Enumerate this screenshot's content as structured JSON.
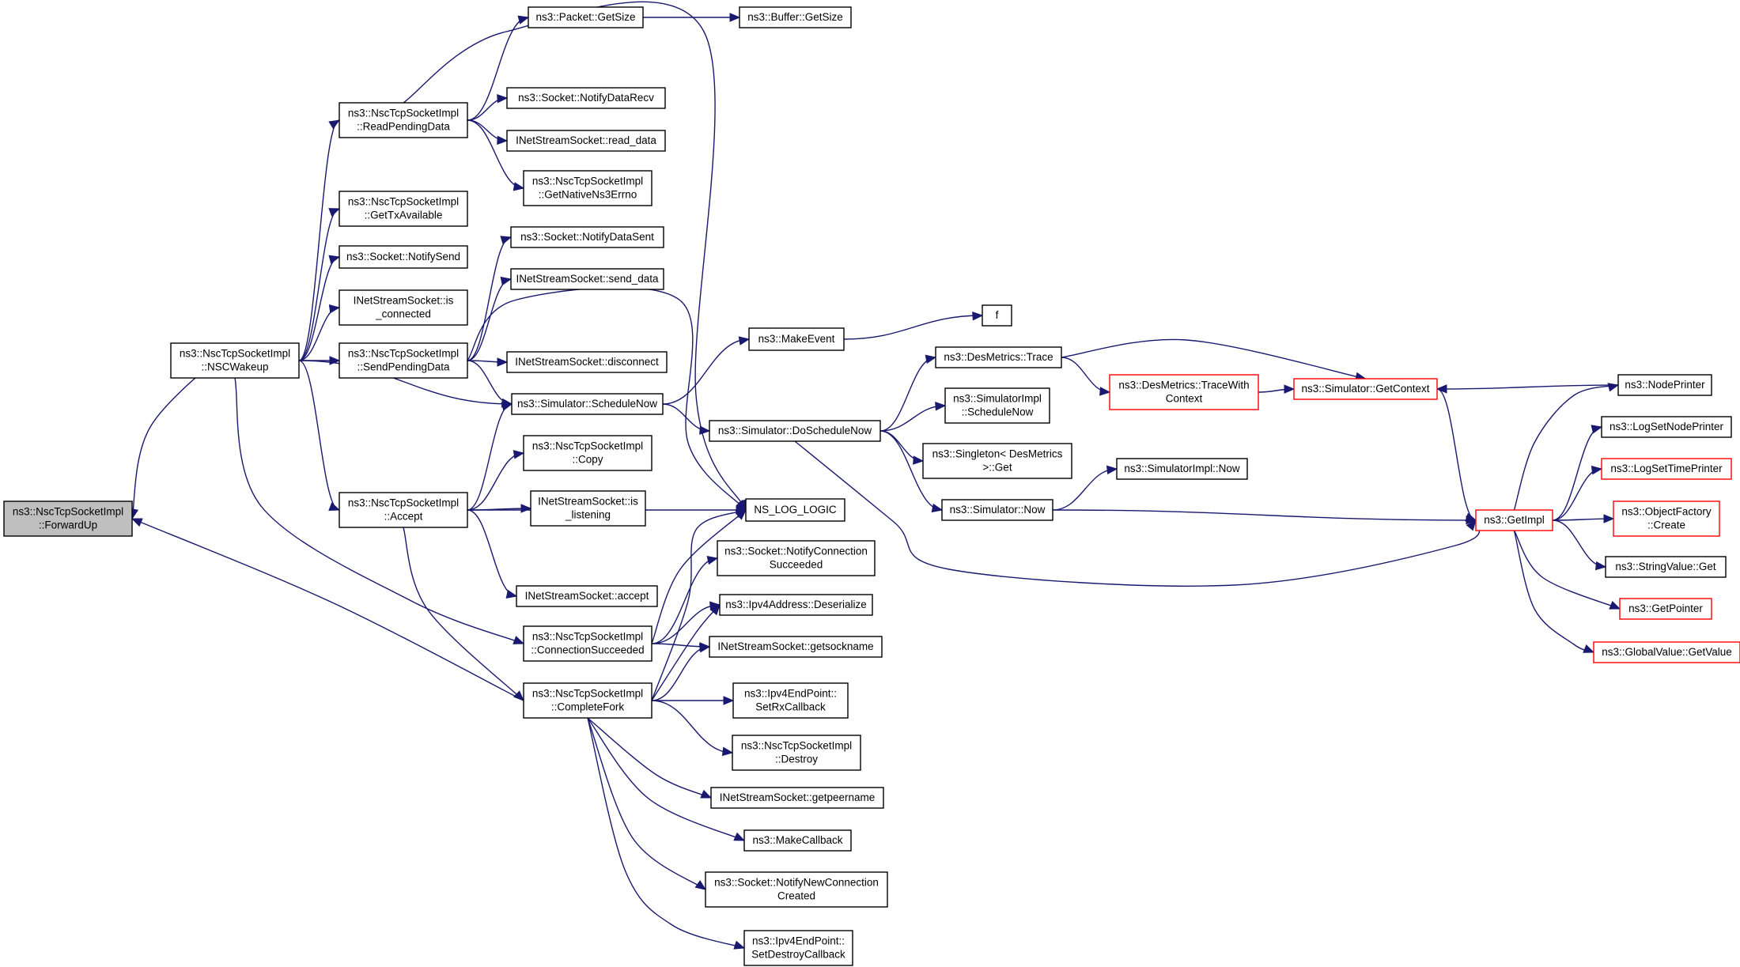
{
  "colors": {
    "edge": "#191970",
    "root_fill": "#bfbfbf",
    "truncated_border": "#ff0000",
    "border": "#000000",
    "background": "#ffffff"
  },
  "nodes": [
    {
      "id": "forwardup",
      "lines": [
        "ns3::NscTcpSocketImpl",
        "::ForwardUp"
      ],
      "root": true
    },
    {
      "id": "nscwakeup",
      "lines": [
        "ns3::NscTcpSocketImpl",
        "::NSCWakeup"
      ]
    },
    {
      "id": "readpending",
      "lines": [
        "ns3::NscTcpSocketImpl",
        "::ReadPendingData"
      ]
    },
    {
      "id": "gettxavail",
      "lines": [
        "ns3::NscTcpSocketImpl",
        "::GetTxAvailable"
      ]
    },
    {
      "id": "notifysend",
      "lines": [
        "ns3::Socket::NotifySend"
      ]
    },
    {
      "id": "isconnected",
      "lines": [
        "INetStreamSocket::is",
        "_connected"
      ]
    },
    {
      "id": "sendpending",
      "lines": [
        "ns3::NscTcpSocketImpl",
        "::SendPendingData"
      ]
    },
    {
      "id": "accept",
      "lines": [
        "ns3::NscTcpSocketImpl",
        "::Accept"
      ]
    },
    {
      "id": "connsucc",
      "lines": [
        "ns3::NscTcpSocketImpl",
        "::ConnectionSucceeded"
      ]
    },
    {
      "id": "completefork",
      "lines": [
        "ns3::NscTcpSocketImpl",
        "::CompleteFork"
      ]
    },
    {
      "id": "packetgetsize",
      "lines": [
        "ns3::Packet::GetSize"
      ]
    },
    {
      "id": "buffergetsize",
      "lines": [
        "ns3::Buffer::GetSize"
      ]
    },
    {
      "id": "notifydatarecv",
      "lines": [
        "ns3::Socket::NotifyDataRecv"
      ]
    },
    {
      "id": "readdata",
      "lines": [
        "INetStreamSocket::read_data"
      ]
    },
    {
      "id": "getnativeerrno",
      "lines": [
        "ns3::NscTcpSocketImpl",
        "::GetNativeNs3Errno"
      ]
    },
    {
      "id": "notifydatasent",
      "lines": [
        "ns3::Socket::NotifyDataSent"
      ]
    },
    {
      "id": "senddata",
      "lines": [
        "INetStreamSocket::send_data"
      ]
    },
    {
      "id": "disconnect",
      "lines": [
        "INetStreamSocket::disconnect"
      ]
    },
    {
      "id": "schedulenow",
      "lines": [
        "ns3::Simulator::ScheduleNow"
      ]
    },
    {
      "id": "copy",
      "lines": [
        "ns3::NscTcpSocketImpl",
        "::Copy"
      ]
    },
    {
      "id": "islistening",
      "lines": [
        "INetStreamSocket::is",
        "_listening"
      ]
    },
    {
      "id": "nslog",
      "lines": [
        "NS_LOG_LOGIC"
      ]
    },
    {
      "id": "inetaccept",
      "lines": [
        "INetStreamSocket::accept"
      ]
    },
    {
      "id": "notifyconnsucc",
      "lines": [
        "ns3::Socket::NotifyConnection",
        "Succeeded"
      ]
    },
    {
      "id": "deserialize",
      "lines": [
        "ns3::Ipv4Address::Deserialize"
      ]
    },
    {
      "id": "getsockname",
      "lines": [
        "INetStreamSocket::getsockname"
      ]
    },
    {
      "id": "setrxcallback",
      "lines": [
        "ns3::Ipv4EndPoint::",
        "SetRxCallback"
      ]
    },
    {
      "id": "destroy",
      "lines": [
        "ns3::NscTcpSocketImpl",
        "::Destroy"
      ]
    },
    {
      "id": "getpeername",
      "lines": [
        "INetStreamSocket::getpeername"
      ]
    },
    {
      "id": "makecallback",
      "lines": [
        "ns3::MakeCallback"
      ]
    },
    {
      "id": "notifynewconn",
      "lines": [
        "ns3::Socket::NotifyNewConnection",
        "Created"
      ]
    },
    {
      "id": "setdestroycb",
      "lines": [
        "ns3::Ipv4EndPoint::",
        "SetDestroyCallback"
      ]
    },
    {
      "id": "makeevent",
      "lines": [
        "ns3::MakeEvent"
      ]
    },
    {
      "id": "f",
      "lines": [
        "f"
      ]
    },
    {
      "id": "doschedulenow",
      "lines": [
        "ns3::Simulator::DoScheduleNow"
      ]
    },
    {
      "id": "desmetricstrace",
      "lines": [
        "ns3::DesMetrics::Trace"
      ]
    },
    {
      "id": "simimplschedulenow",
      "lines": [
        "ns3::SimulatorImpl",
        "::ScheduleNow"
      ]
    },
    {
      "id": "singletonget",
      "lines": [
        "ns3::Singleton< DesMetrics",
        ">::Get"
      ]
    },
    {
      "id": "simnow",
      "lines": [
        "ns3::Simulator::Now"
      ]
    },
    {
      "id": "tracewithcontext",
      "lines": [
        "ns3::DesMetrics::TraceWith",
        "Context"
      ],
      "truncated": true
    },
    {
      "id": "simimplnow",
      "lines": [
        "ns3::SimulatorImpl::Now"
      ]
    },
    {
      "id": "getcontext",
      "lines": [
        "ns3::Simulator::GetContext"
      ],
      "truncated": true
    },
    {
      "id": "getimpl",
      "lines": [
        "ns3::GetImpl"
      ],
      "truncated": true
    },
    {
      "id": "nodeprinter",
      "lines": [
        "ns3::NodePrinter"
      ]
    },
    {
      "id": "logsetnodeprinter",
      "lines": [
        "ns3::LogSetNodePrinter"
      ]
    },
    {
      "id": "logsettimeprinter",
      "lines": [
        "ns3::LogSetTimePrinter"
      ],
      "truncated": true
    },
    {
      "id": "objfactorycreate",
      "lines": [
        "ns3::ObjectFactory",
        "::Create"
      ],
      "truncated": true
    },
    {
      "id": "stringvalueget",
      "lines": [
        "ns3::StringValue::Get"
      ]
    },
    {
      "id": "getpointer",
      "lines": [
        "ns3::GetPointer"
      ],
      "truncated": true
    },
    {
      "id": "globalvalueget",
      "lines": [
        "ns3::GlobalValue::GetValue"
      ],
      "truncated": true
    }
  ],
  "edges": [
    {
      "from": "nscwakeup",
      "to": "forwardup"
    },
    {
      "from": "completefork",
      "to": "forwardup"
    },
    {
      "from": "nscwakeup",
      "to": "readpending"
    },
    {
      "from": "nscwakeup",
      "to": "gettxavail"
    },
    {
      "from": "nscwakeup",
      "to": "notifysend"
    },
    {
      "from": "nscwakeup",
      "to": "isconnected"
    },
    {
      "from": "nscwakeup",
      "to": "sendpending"
    },
    {
      "from": "nscwakeup",
      "to": "schedulenow"
    },
    {
      "from": "nscwakeup",
      "to": "accept"
    },
    {
      "from": "nscwakeup",
      "to": "connsucc"
    },
    {
      "from": "readpending",
      "to": "packetgetsize"
    },
    {
      "from": "readpending",
      "to": "nslog"
    },
    {
      "from": "readpending",
      "to": "notifydatarecv"
    },
    {
      "from": "readpending",
      "to": "readdata"
    },
    {
      "from": "readpending",
      "to": "getnativeerrno"
    },
    {
      "from": "packetgetsize",
      "to": "buffergetsize"
    },
    {
      "from": "sendpending",
      "to": "notifydatasent"
    },
    {
      "from": "sendpending",
      "to": "senddata"
    },
    {
      "from": "sendpending",
      "to": "nslog"
    },
    {
      "from": "sendpending",
      "to": "disconnect"
    },
    {
      "from": "sendpending",
      "to": "schedulenow"
    },
    {
      "from": "accept",
      "to": "schedulenow"
    },
    {
      "from": "accept",
      "to": "copy"
    },
    {
      "from": "accept",
      "to": "islistening"
    },
    {
      "from": "accept",
      "to": "nslog"
    },
    {
      "from": "accept",
      "to": "inetaccept"
    },
    {
      "from": "accept",
      "to": "completefork"
    },
    {
      "from": "connsucc",
      "to": "nslog"
    },
    {
      "from": "connsucc",
      "to": "notifyconnsucc"
    },
    {
      "from": "connsucc",
      "to": "deserialize"
    },
    {
      "from": "connsucc",
      "to": "getsockname"
    },
    {
      "from": "completefork",
      "to": "nslog"
    },
    {
      "from": "completefork",
      "to": "deserialize"
    },
    {
      "from": "completefork",
      "to": "getsockname"
    },
    {
      "from": "completefork",
      "to": "setrxcallback"
    },
    {
      "from": "completefork",
      "to": "destroy"
    },
    {
      "from": "completefork",
      "to": "getpeername"
    },
    {
      "from": "completefork",
      "to": "makecallback"
    },
    {
      "from": "completefork",
      "to": "notifynewconn"
    },
    {
      "from": "completefork",
      "to": "setdestroycb"
    },
    {
      "from": "schedulenow",
      "to": "makeevent"
    },
    {
      "from": "schedulenow",
      "to": "doschedulenow"
    },
    {
      "from": "makeevent",
      "to": "f"
    },
    {
      "from": "doschedulenow",
      "to": "desmetricstrace"
    },
    {
      "from": "doschedulenow",
      "to": "simimplschedulenow"
    },
    {
      "from": "doschedulenow",
      "to": "singletonget"
    },
    {
      "from": "doschedulenow",
      "to": "simnow"
    },
    {
      "from": "doschedulenow",
      "to": "getimpl"
    },
    {
      "from": "desmetricstrace",
      "to": "tracewithcontext"
    },
    {
      "from": "desmetricstrace",
      "to": "getcontext"
    },
    {
      "from": "tracewithcontext",
      "to": "getcontext"
    },
    {
      "from": "simnow",
      "to": "simimplnow"
    },
    {
      "from": "simnow",
      "to": "getimpl"
    },
    {
      "from": "getcontext",
      "to": "getimpl"
    },
    {
      "from": "nodeprinter",
      "to": "getcontext"
    },
    {
      "from": "getimpl",
      "to": "nodeprinter"
    },
    {
      "from": "getimpl",
      "to": "logsetnodeprinter"
    },
    {
      "from": "getimpl",
      "to": "logsettimeprinter"
    },
    {
      "from": "getimpl",
      "to": "objfactorycreate"
    },
    {
      "from": "getimpl",
      "to": "stringvalueget"
    },
    {
      "from": "getimpl",
      "to": "getpointer"
    },
    {
      "from": "getimpl",
      "to": "globalvalueget"
    }
  ]
}
